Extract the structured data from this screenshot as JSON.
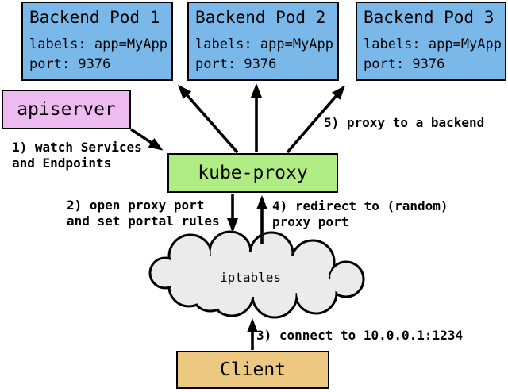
{
  "colors": {
    "pod_fill": "#7bb8ea",
    "apiserver_fill": "#eebbf0",
    "kube_proxy_fill": "#b0ec84",
    "client_fill": "#edc880",
    "cloud_fill": "#ebebeb",
    "border": "#000000",
    "background": "#ffffff"
  },
  "pods": [
    {
      "title": "Backend Pod 1",
      "labels": "labels: app=MyApp",
      "port": "port: 9376"
    },
    {
      "title": "Backend Pod 2",
      "labels": "labels: app=MyApp",
      "port": "port: 9376"
    },
    {
      "title": "Backend Pod 3",
      "labels": "labels: app=MyApp",
      "port": "port: 9376"
    }
  ],
  "nodes": {
    "apiserver": {
      "label": "apiserver"
    },
    "kube_proxy": {
      "label": "kube-proxy"
    },
    "iptables": {
      "label": "iptables"
    },
    "client": {
      "label": "Client"
    }
  },
  "annotations": [
    {
      "step": "1",
      "text": "1) watch Services\nand Endpoints"
    },
    {
      "step": "2",
      "text": "2) open proxy port\nand set portal rules"
    },
    {
      "step": "3",
      "text": "3) connect to 10.0.0.1:1234"
    },
    {
      "step": "4",
      "text": "4) redirect to (random)\nproxy port"
    },
    {
      "step": "5",
      "text": "5) proxy to a backend"
    }
  ]
}
